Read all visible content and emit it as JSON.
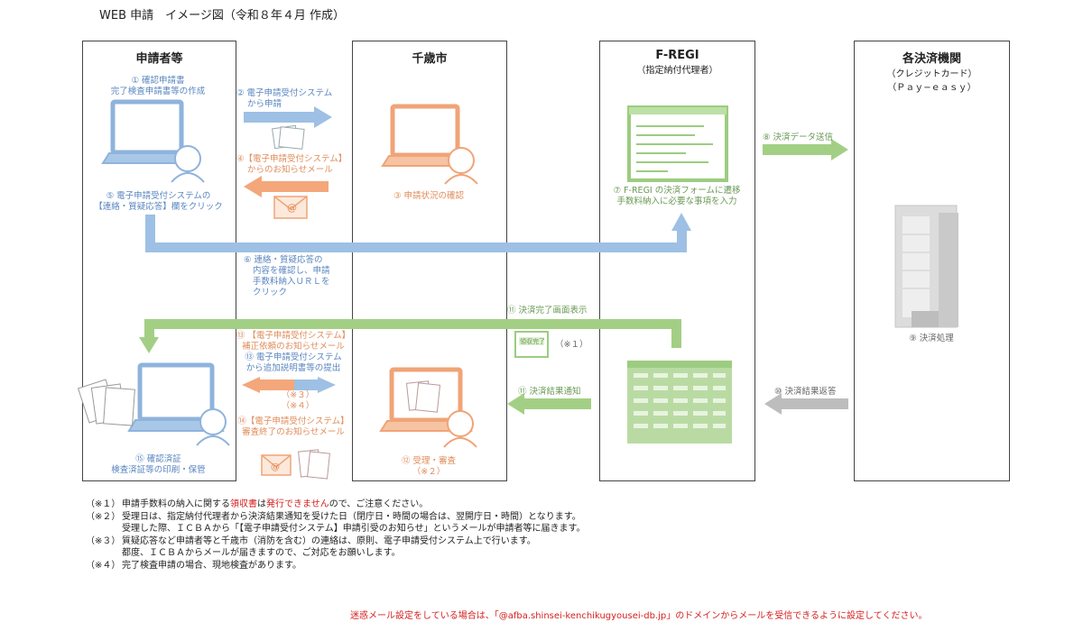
{
  "title": "WEB 申請　イメージ図（令和８年４月 作成）",
  "lanes": {
    "applicant": "申請者等",
    "city": "千歳市",
    "fregi": {
      "title": "F-REGI",
      "sub": "（指定納付代理者）"
    },
    "settlement": {
      "title": "各決済機関",
      "sub1": "（クレジットカード）",
      "sub2": "（Ｐａｙ−ｅａｓｙ）"
    }
  },
  "steps": {
    "s1": [
      "① 確認申請書",
      "完了検査申請書等の作成"
    ],
    "s2": [
      "② 電子申請受付システム",
      "から申請"
    ],
    "s3": "③ 申請状況の確認",
    "s4": [
      "④【電子申請受付システム】",
      "からのお知らせメール"
    ],
    "s5": [
      "⑤ 電子申請受付システムの",
      "【連絡・質疑応答】欄をクリック"
    ],
    "s6": [
      "⑥ 連絡・質疑応答の",
      "内容を確認し、申請",
      "手数料納入ＵＲＬを",
      "クリック"
    ],
    "s7": [
      "⑦ F-REGI の決済フォームに遷移",
      "手数料納入に必要な事項を入力"
    ],
    "s8": "⑧ 決済データ送信",
    "s9": "⑨ 決済処理",
    "s10": "⑩ 決済結果返答",
    "s11a": "⑪ 決済完了画面表示",
    "s11b": "⑪ 決済結果通知",
    "s11c": "（※１）",
    "s12": [
      "⑫ 受理・審査",
      "（※２）"
    ],
    "s13": [
      "⑬ 【電子申請受付システム】",
      "補正依頼のお知らせメール",
      "⑬ 電子申請受付システム",
      "から追加説明書等の提出"
    ],
    "s13notes": [
      "（※３）",
      "（※４）"
    ],
    "s14": [
      "⑭【電子申請受付システム】",
      "審査終了のお知らせメール"
    ],
    "s15": [
      "⑮ 確認済証",
      "検査済証等の印刷・保管"
    ]
  },
  "receipt_label": "領収完了",
  "notes": [
    {
      "mark": "（※１）",
      "parts": [
        "申請手数料の納入に関する",
        "領収書",
        "は",
        "発行できません",
        "ので、ご注意ください。"
      ]
    },
    {
      "mark": "（※２）",
      "lines": [
        "受理日は、指定納付代理者から決済結果通知を受けた日（閉庁日・時間の場合は、翌開庁日・時間）となります。",
        "受理した際、ＩＣＢＡから「【電子申請受付システム】申請引受のお知らせ」というメールが申請者等に届きます。"
      ]
    },
    {
      "mark": "（※３）",
      "lines": [
        "質疑応答など申請者等と千歳市（消防を含む）の連絡は、原則、電子申請受付システム上で行います。",
        "都度、ＩＣＢＡからメールが届きますので、ご対応をお願いします。"
      ]
    },
    {
      "mark": "（※４）",
      "lines": [
        "完了検査申請の場合、現地検査があります。"
      ]
    }
  ],
  "footer": "迷惑メール設定をしている場合は、「@afba.shinsei-kenchikugyousei-db.jp」のドメインからメールを受信できるように設定してください。",
  "colors": {
    "blue": "#9dc0e4",
    "orange": "#f3a77a",
    "green": "#a3cf85",
    "gray": "#bdbdbd"
  }
}
